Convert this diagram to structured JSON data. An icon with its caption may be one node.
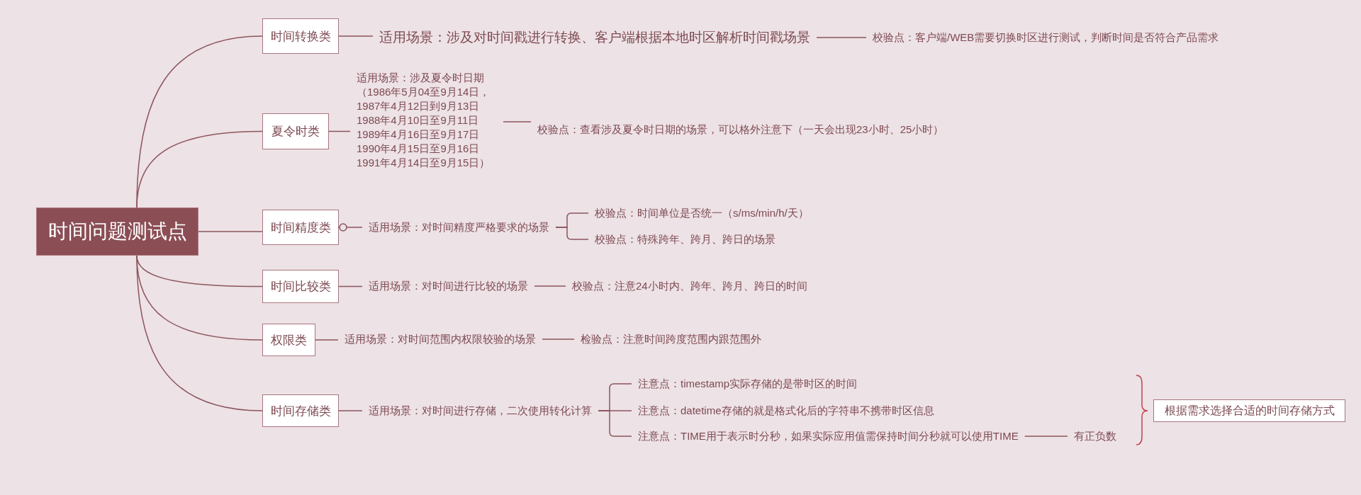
{
  "diagram": {
    "nodes": [
      {
        "text": [
          "时间问题测试点"
        ]
      },
      {
        "text": [
          "时间转换类"
        ]
      },
      {
        "text": [
          "适用场景：涉及对时间戳进行转换、客户端根据本地时区解析时间戳场景"
        ]
      },
      {
        "text": [
          "校验点：客户端/WEB需要切换时区进行测试，判断时间是否符合产品需求"
        ]
      },
      {
        "text": [
          "夏令时类"
        ]
      },
      {
        "text": [
          "适用场景：涉及夏令时日期（1986年5月04至9月14日，1987年4月12日到9月13日1988年4月10日至9月11日1989年4月16日至9月17日1990年4月15日至9月16日1991年4月14日至9月15日）"
        ]
      },
      {
        "text": [
          "校验点：查看涉及夏令时日期的场景，可以格外注意下（一天会出现23小时、25小时）"
        ]
      },
      {
        "text": [
          "时间精度类"
        ]
      },
      {
        "text": [
          "适用场景：对时间精度严格要求的场景"
        ]
      },
      {
        "text": [
          "校验点：时间单位是否统一（s/ms/min/h/天）"
        ]
      },
      {
        "text": [
          "校验点：特殊跨年、跨月、跨日的场景"
        ]
      },
      {
        "text": [
          "时间比较类"
        ]
      },
      {
        "text": [
          "适用场景：对时间进行比较的场景"
        ]
      },
      {
        "text": [
          "校验点：注意24小时内、跨年、跨月、跨日的时间"
        ]
      },
      {
        "text": [
          "权限类"
        ]
      },
      {
        "text": [
          "适用场景：对时间范围内权限较验的场景"
        ]
      },
      {
        "text": [
          "检验点：注意时间跨度范围内跟范围外"
        ]
      },
      {
        "text": [
          "时间存储类"
        ]
      },
      {
        "text": [
          "适用场景：对时间进行存储，二次使用转化计算"
        ]
      },
      {
        "text": [
          "注意点：timestamp实际存储的是带时区的时间"
        ]
      },
      {
        "text": [
          "注意点：datetime存储的就是格式化后的字符串不携带时区信息"
        ]
      },
      {
        "text": [
          "注意点：TIME用于表示时分秒，如果实际应用值需保持时间分秒就可以使用TIME"
        ]
      },
      {
        "text": [
          "有正负数"
        ]
      },
      {
        "text": [
          "根据需求选择合适的时间存储方式"
        ]
      }
    ],
    "edges": [
      {
        "from": 0,
        "to": 1,
        "arrow": "none"
      },
      {
        "from": 0,
        "to": 4,
        "arrow": "none"
      },
      {
        "from": 0,
        "to": 7,
        "arrow": "none"
      },
      {
        "from": 0,
        "to": 11,
        "arrow": "none"
      },
      {
        "from": 0,
        "to": 14,
        "arrow": "none"
      },
      {
        "from": 0,
        "to": 17,
        "arrow": "none"
      },
      {
        "from": 1,
        "to": 2,
        "arrow": "none"
      },
      {
        "from": 2,
        "to": 3,
        "arrow": "none"
      },
      {
        "from": 4,
        "to": 5,
        "arrow": "none"
      },
      {
        "from": 5,
        "to": 6,
        "arrow": "none"
      },
      {
        "from": 7,
        "to": 8,
        "arrow": "other"
      },
      {
        "from": 8,
        "to": 9,
        "arrow": "none"
      },
      {
        "from": 8,
        "to": 10,
        "arrow": "none"
      },
      {
        "from": 11,
        "to": 12,
        "arrow": "none"
      },
      {
        "from": 12,
        "to": 13,
        "arrow": "none"
      },
      {
        "from": 14,
        "to": 15,
        "arrow": "none"
      },
      {
        "from": 15,
        "to": 16,
        "arrow": "none"
      },
      {
        "from": 17,
        "to": 18,
        "arrow": "none"
      },
      {
        "from": 18,
        "to": 19,
        "arrow": "none"
      },
      {
        "from": 18,
        "to": 20,
        "arrow": "none"
      },
      {
        "from": 18,
        "to": 21,
        "arrow": "none"
      },
      {
        "from": 21,
        "to": 22,
        "arrow": "none"
      }
    ]
  }
}
